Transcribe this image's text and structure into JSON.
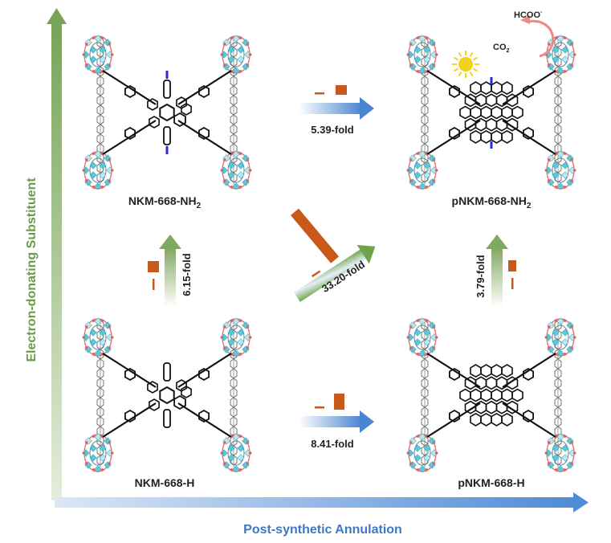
{
  "axes": {
    "y_label": "Electron-donating Substituent",
    "x_label": "Post-synthetic Annulation",
    "y_color": "#6a9a4a",
    "x_color": "#3d78c6"
  },
  "frameworks": [
    {
      "id": "tl",
      "name": "NKM-668-NH",
      "sub": "2"
    },
    {
      "id": "tr",
      "name": "pNKM-668-NH",
      "sub": "2"
    },
    {
      "id": "bl",
      "name": "NKM-668-H",
      "sub": ""
    },
    {
      "id": "br",
      "name": "pNKM-668-H",
      "sub": ""
    }
  ],
  "arrows": [
    {
      "id": "top",
      "fold": "5.39-fold",
      "before": 0.15,
      "after": 0.4
    },
    {
      "id": "bottom",
      "fold": "8.41-fold",
      "before": 0.12,
      "after": 0.5
    },
    {
      "id": "left",
      "fold": "6.15-fold",
      "before": 0.2,
      "after": 0.45
    },
    {
      "id": "right",
      "fold": "3.79-fold",
      "before": 0.25,
      "after": 0.4
    },
    {
      "id": "diagonal",
      "fold": "33.20-fold",
      "before": 0.1,
      "after": 1.0
    }
  ],
  "reaction": {
    "reactant": "CO",
    "reactant_sub": "2",
    "product": "HCOO",
    "product_sup": "-"
  },
  "colors": {
    "bar": "#c8591a",
    "metal_node": "#5ac8d8",
    "oxygen": "#e06060",
    "linker": "#111111",
    "nitrogen": "#2b2bd6",
    "sun": "#f2d21b"
  }
}
